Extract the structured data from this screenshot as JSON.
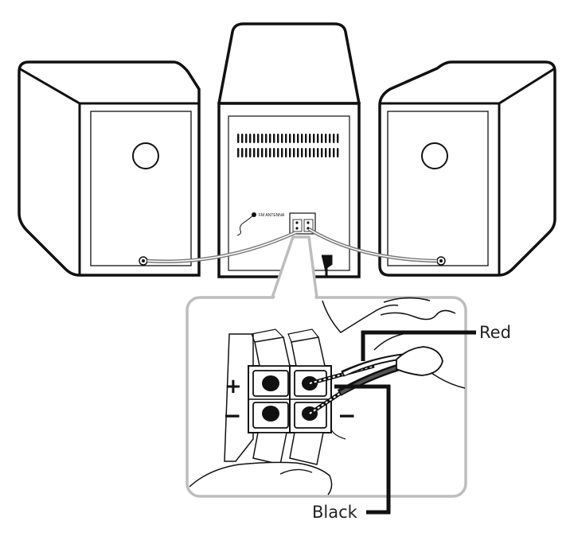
{
  "diagram": {
    "unit_labels": {
      "fm_antenna": "FM ANTENNA"
    },
    "terminal_signs": {
      "plus": "+",
      "minus_left": "−",
      "minus_right": "−"
    },
    "wire_labels": {
      "red": "Red",
      "black": "Black"
    }
  }
}
